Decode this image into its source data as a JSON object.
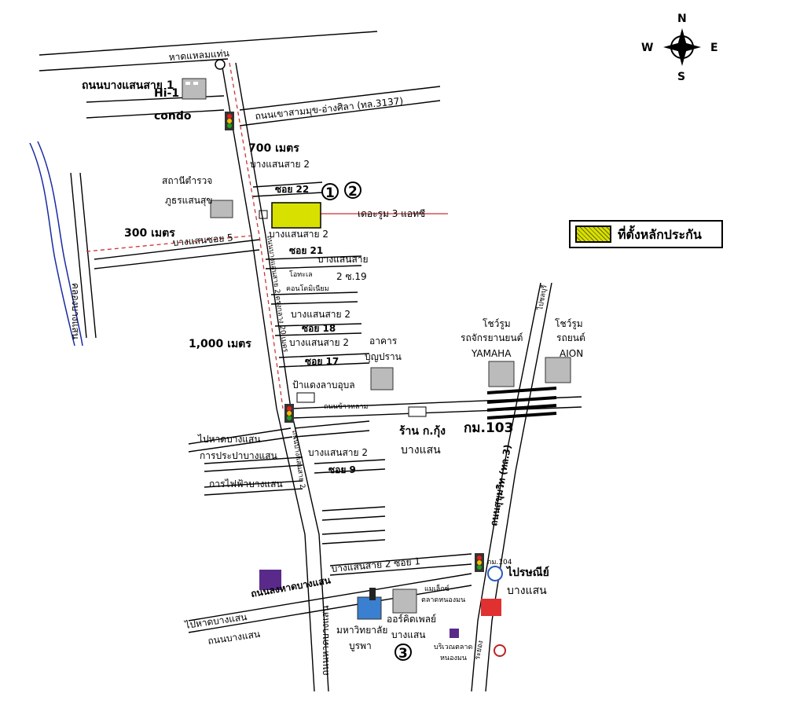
{
  "compass": {
    "n": "N",
    "s": "S",
    "e": "E",
    "w": "W"
  },
  "legend": {
    "label": "ที่ตั้งหลักประกัน",
    "swatch_color": "#d8e000"
  },
  "labels": {
    "hat_laem_thaen": "หาดแหลมแท่น",
    "bangsaen_sai1": "ถนนบางแสนสาย 1",
    "hi1": "Hi-1",
    "condo": "condo",
    "khao_sam_muk": "ถนนเขาสามมุข-อ่างศิลา (ทล.3137)",
    "m700": "700 เมตร",
    "bangsaen_sai2_top": "บางแสนสาย 2",
    "soi22": "ซอย 22",
    "num1": "1",
    "num2": "2",
    "the_room": "เดอะรูม 3 แอทซี",
    "police1": "สถานีตำรวจ",
    "police2": "ภูธรแสนสุข",
    "m300": "300 เมตร",
    "bangsaen_soi5": "บางแสนซอย 5",
    "bangsaen_sai2_mid": "บางแสนสาย 2",
    "soi21": "ซอย 21",
    "bangsaen_sai_r": "บางแสนสาย",
    "s19": "2 ซ.19",
    "otele": "โอทะเล",
    "condo_th": "คอนโดมิเนียม",
    "bangsaen_sai2_b": "บางแสนสาย 2",
    "soi18": "ซอย 18",
    "bangsaen_sai2_c": "บางแสนสาย 2",
    "building1": "อาคาร",
    "building2": "บุญปราน",
    "soi17": "ซอย 17",
    "m1000": "1,000 เมตร",
    "padaeng": "ป้าแดงลาบอุบล",
    "khaolam_rd": "ถนนข้าวหลาม",
    "kung_shop1": "ร้าน ก.กุ้ง",
    "kung_shop2": "บางแสน",
    "km103": "กม.103",
    "to_hat_bangsaen1": "ไปหาดบางแสน",
    "water": "การประปาบางแสน",
    "bangsaen_sai2_d": "บางแสนสาย 2",
    "electric": "การไฟฟ้าบางแสน",
    "soi9": "ซอย 9",
    "showroom1a": "โชว์รูม",
    "showroom1b": "รถจักรยานยนต์",
    "yamaha": "YAMAHA",
    "showroom2a": "โชว์รูม",
    "showroom2b": "รถยนต์",
    "aion": "AION",
    "to_chonburi": "ไปชลบุรี",
    "sukhumvit": "ถนนสุขุมวิท (ทล.3)",
    "km104": "กม.104",
    "post1": "ไปรษณีย์",
    "post2": "บางแสน",
    "bangsaen_sai2_soi1": "บางแสนสาย 2 ซอย 1",
    "long_hat": "ถนนลงหาดบางแสน",
    "to_hat_bangsaen2": "ไปหาดบางแสน",
    "market1": "แมเล็กซ์",
    "market2": "ตลาดหนองมน",
    "univ1": "มหาวิทยาลัย",
    "univ2": "บูรพา",
    "orchid1": "ออร์คิดเพลย์",
    "orchid2": "บางแสน",
    "num3": "3",
    "nongmon1": "บริเวณตลาด",
    "nongmon2": "หนองมน",
    "to_rayong": "ระยอง",
    "beach_road": "ถนนหาดบางแสน",
    "river": "คลองบางแสน",
    "mid_rd": "ถนนบางแสนสาย 2 ตรงกลาง 20 เมตร",
    "rd2": "ถนนบางแสนสาย 2",
    "bangsaen_rd": "ถนนบางแสน"
  }
}
